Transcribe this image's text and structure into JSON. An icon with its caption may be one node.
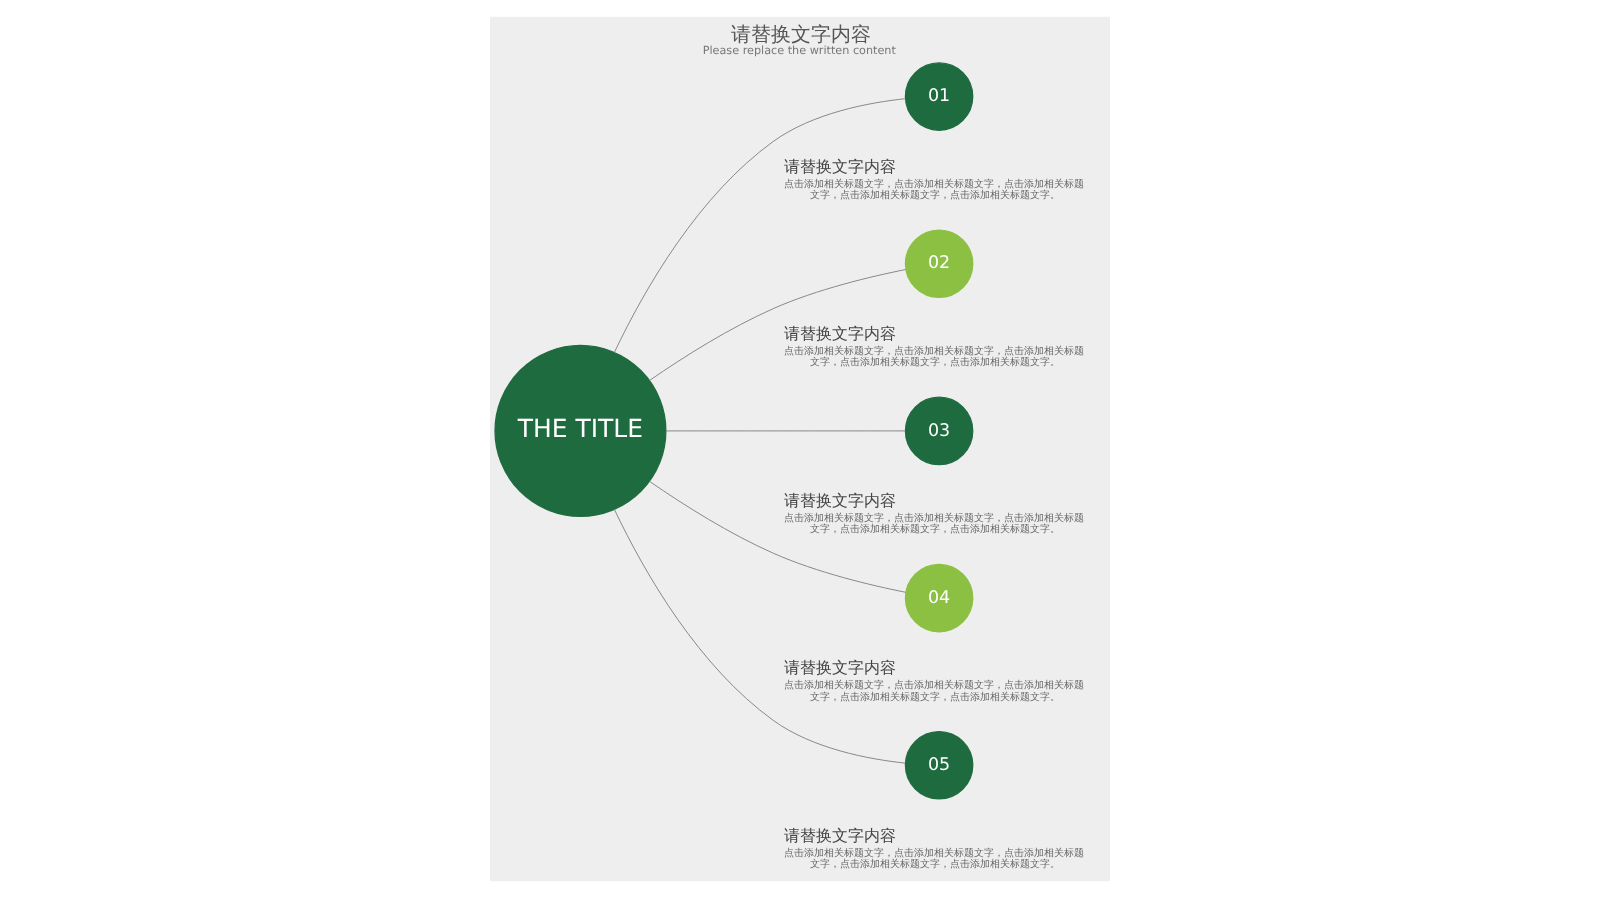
{
  "diagram": {
    "title": "请替换文字内容",
    "caption": "Please replace the written content",
    "nodes": [
      {
        "text": [
          "THE TITLE"
        ]
      },
      {
        "text": [
          "01"
        ],
        "beside": [
          "请替换文字内容",
          "点击添加相关标题文字，点击添加相关标题文字，点击添加相关标题文字，点击添加相关标题文字，点击添加相关标题文字。"
        ]
      },
      {
        "text": [
          "02"
        ],
        "beside": [
          "请替换文字内容",
          "点击添加相关标题文字，点击添加相关标题文字，点击添加相关标题文字，点击添加相关标题文字，点击添加相关标题文字。"
        ]
      },
      {
        "text": [
          "03"
        ],
        "beside": [
          "请替换文字内容",
          "点击添加相关标题文字，点击添加相关标题文字，点击添加相关标题文字，点击添加相关标题文字，点击添加相关标题文字。"
        ]
      },
      {
        "text": [
          "04"
        ],
        "beside": [
          "请替换文字内容",
          "点击添加相关标题文字，点击添加相关标题文字，点击添加相关标题文字，点击添加相关标题文字，点击添加相关标题文字。"
        ]
      },
      {
        "text": [
          "05"
        ],
        "beside": [
          "请替换文字内容",
          "点击添加相关标题文字，点击添加相关标题文字，点击添加相关标题文字，点击添加相关标题文字，点击添加相关标题文字。"
        ]
      }
    ],
    "edges": [
      {
        "from": 0,
        "to": 1,
        "arrow": "none"
      },
      {
        "from": 0,
        "to": 2,
        "arrow": "none"
      },
      {
        "from": 0,
        "to": 3,
        "arrow": "none"
      },
      {
        "from": 0,
        "to": 4,
        "arrow": "none"
      },
      {
        "from": 0,
        "to": 5,
        "arrow": "none"
      }
    ]
  }
}
